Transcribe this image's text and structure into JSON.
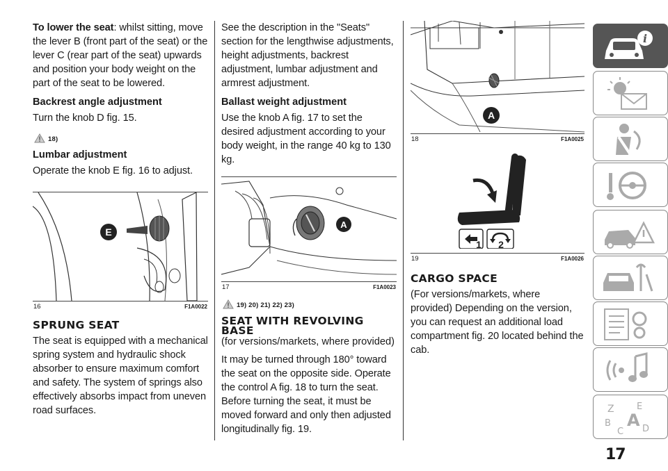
{
  "col1": {
    "p1_lead": "To lower the seat",
    "p1_rest": ": whilst sitting, move the lever B (front part of the seat) or the lever C (rear part of the seat) upwards and position your body weight on the part of the seat to be lowered.",
    "h_backrest": "Backrest angle adjustment",
    "p_backrest": "Turn the knob D fig. 15.",
    "warn_backrest": "18)",
    "h_lumbar": "Lumbar adjustment",
    "p_lumbar": "Operate the knob E fig. 16 to adjust.",
    "fig16": {
      "num": "16",
      "code": "F1A0022",
      "label": "E"
    },
    "h_sprung": "SPRUNG SEAT",
    "p_sprung": "The seat is equipped with a mechanical spring system and hydraulic shock absorber to ensure maximum comfort and safety. The system of springs also effectively absorbs impact from uneven road surfaces."
  },
  "col2": {
    "p_intro": "See the description in the \"Seats\" section for the lengthwise adjustments, height adjustments, backrest adjustment, lumbar adjustment and armrest adjustment.",
    "h_ballast": "Ballast weight adjustment",
    "p_ballast": "Use the knob A fig. 17 to set the desired adjustment according to your body weight, in the range 40 kg to 130 kg.",
    "fig17": {
      "num": "17",
      "code": "F1A0023",
      "label": "A"
    },
    "warn_ballast": "19) 20) 21) 22) 23)",
    "h_revolving": "SEAT WITH REVOLVING BASE",
    "p_revolving_note": "(for versions/markets, where provided)",
    "p_revolving": "It may be turned through 180° toward the seat on the opposite side. Operate the control A fig. 18 to turn the seat. Before turning the seat, it must be moved forward and only then adjusted longitudinally fig. 19."
  },
  "col3": {
    "fig18": {
      "num": "18",
      "code": "F1A0025",
      "label": "A"
    },
    "fig19": {
      "num": "19",
      "code": "F1A0026",
      "label1": "1",
      "label2": "2"
    },
    "h_cargo": "CARGO SPACE",
    "p_cargo": "(For versions/markets, where provided) Depending on the version, you can request an additional load compartment fig. 20 located behind the cab."
  },
  "sidebar": {
    "tabs": [
      {
        "icon": "car-info-icon",
        "active": true
      },
      {
        "icon": "warning-lights-icon",
        "active": false
      },
      {
        "icon": "airbag-person-icon",
        "active": false
      },
      {
        "icon": "steering-key-icon",
        "active": false
      },
      {
        "icon": "car-accident-icon",
        "active": false
      },
      {
        "icon": "car-service-icon",
        "active": false
      },
      {
        "icon": "specs-gears-icon",
        "active": false
      },
      {
        "icon": "multimedia-icon",
        "active": false
      },
      {
        "icon": "alphabet-index-icon",
        "active": false
      }
    ],
    "letters": {
      "z": "Z",
      "e": "E",
      "b": "B",
      "a": "A",
      "c": "C",
      "d": "D"
    },
    "info_glyph": "i"
  },
  "page_number": "17"
}
